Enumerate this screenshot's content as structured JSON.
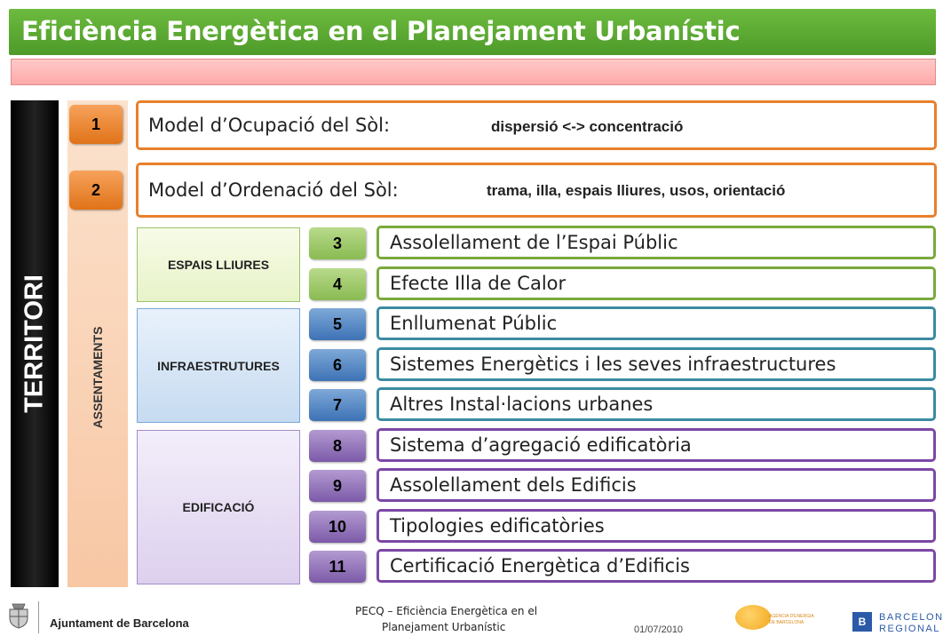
{
  "title": "Eficiència Energètica en el Planejament Urbanístic",
  "side_labels": {
    "territori": "TERRITORI",
    "assentaments": "ASSENTAMENTS"
  },
  "rows_top": [
    {
      "num": "1",
      "label": "Model d’Ocupació del Sòl:",
      "detail": "dispersió <-> concentració"
    },
    {
      "num": "2",
      "label": "Model d’Ordenació del Sòl:",
      "detail": "trama, illa, espais lliures, usos, orientació"
    }
  ],
  "categories": {
    "espais": "ESPAIS LLIURES",
    "infra": "INFRAESTRUTURES",
    "edific": "EDIFICACIÓ"
  },
  "items": [
    {
      "num": "3",
      "label": "Assolellament de l’Espai Públic"
    },
    {
      "num": "4",
      "label": "Efecte Illa de Calor"
    },
    {
      "num": "5",
      "label": "Enllumenat Públic"
    },
    {
      "num": "6",
      "label": "Sistemes Energètics i les seves infraestructures"
    },
    {
      "num": "7",
      "label": "Altres Instal·lacions urbanes"
    },
    {
      "num": "8",
      "label": "Sistema d’agregació edificatòria"
    },
    {
      "num": "9",
      "label": "Assolellament dels Edificis"
    },
    {
      "num": "10",
      "label": "Tipologies edificatòries"
    },
    {
      "num": "11",
      "label": "Certificació Energètica d’Edificis"
    }
  ],
  "footer": {
    "org": "Ajuntament de Barcelona",
    "doc_line1": "PECQ – Eficiència Energètica en el",
    "doc_line2": "Planejament Urbanístic",
    "date": "01/07/2010",
    "agency_line1": "AGÈNCIA D'ENERGIA",
    "agency_line2": "DE BARCELONA",
    "bcn_line1": "BARCELONA",
    "bcn_line2": "REGIONAL",
    "bcn_mark": "B"
  }
}
